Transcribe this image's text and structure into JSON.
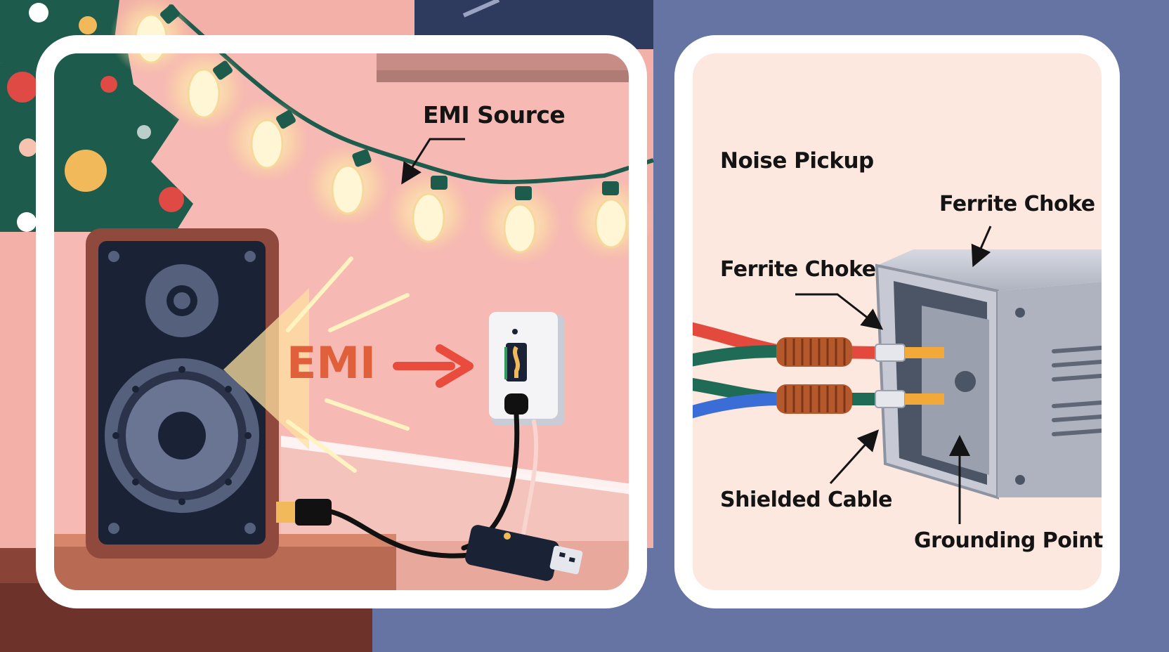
{
  "left_panel": {
    "emi_source_label": "EMI Source",
    "emi_label": "EMI"
  },
  "right_panel": {
    "noise_pickup_label": "Noise Pickup",
    "ferrite_choke_top_label": "Ferrite Choke",
    "ferrite_choke_left_label": "Ferrite Choke",
    "shielded_cable_label": "Shielded Cable",
    "grounding_point_label": "Grounding Point"
  },
  "colors": {
    "background": "#6574a3",
    "wall_pink": "#f6b9b3",
    "panel_bg_right": "#fde8df",
    "panel_border": "#ffffff",
    "emi_text": "#e0603c",
    "emi_arrow": "#e94c3d",
    "tree_green": "#1d5c4c",
    "speaker_wood": "#8f4a3d",
    "speaker_face": "#1a2336",
    "wire_red": "#e3493d",
    "wire_green": "#1f6b55",
    "wire_blue": "#3a6ed6",
    "ferrite_copper": "#b5592c",
    "enclosure_gray": "#b6bac6"
  }
}
